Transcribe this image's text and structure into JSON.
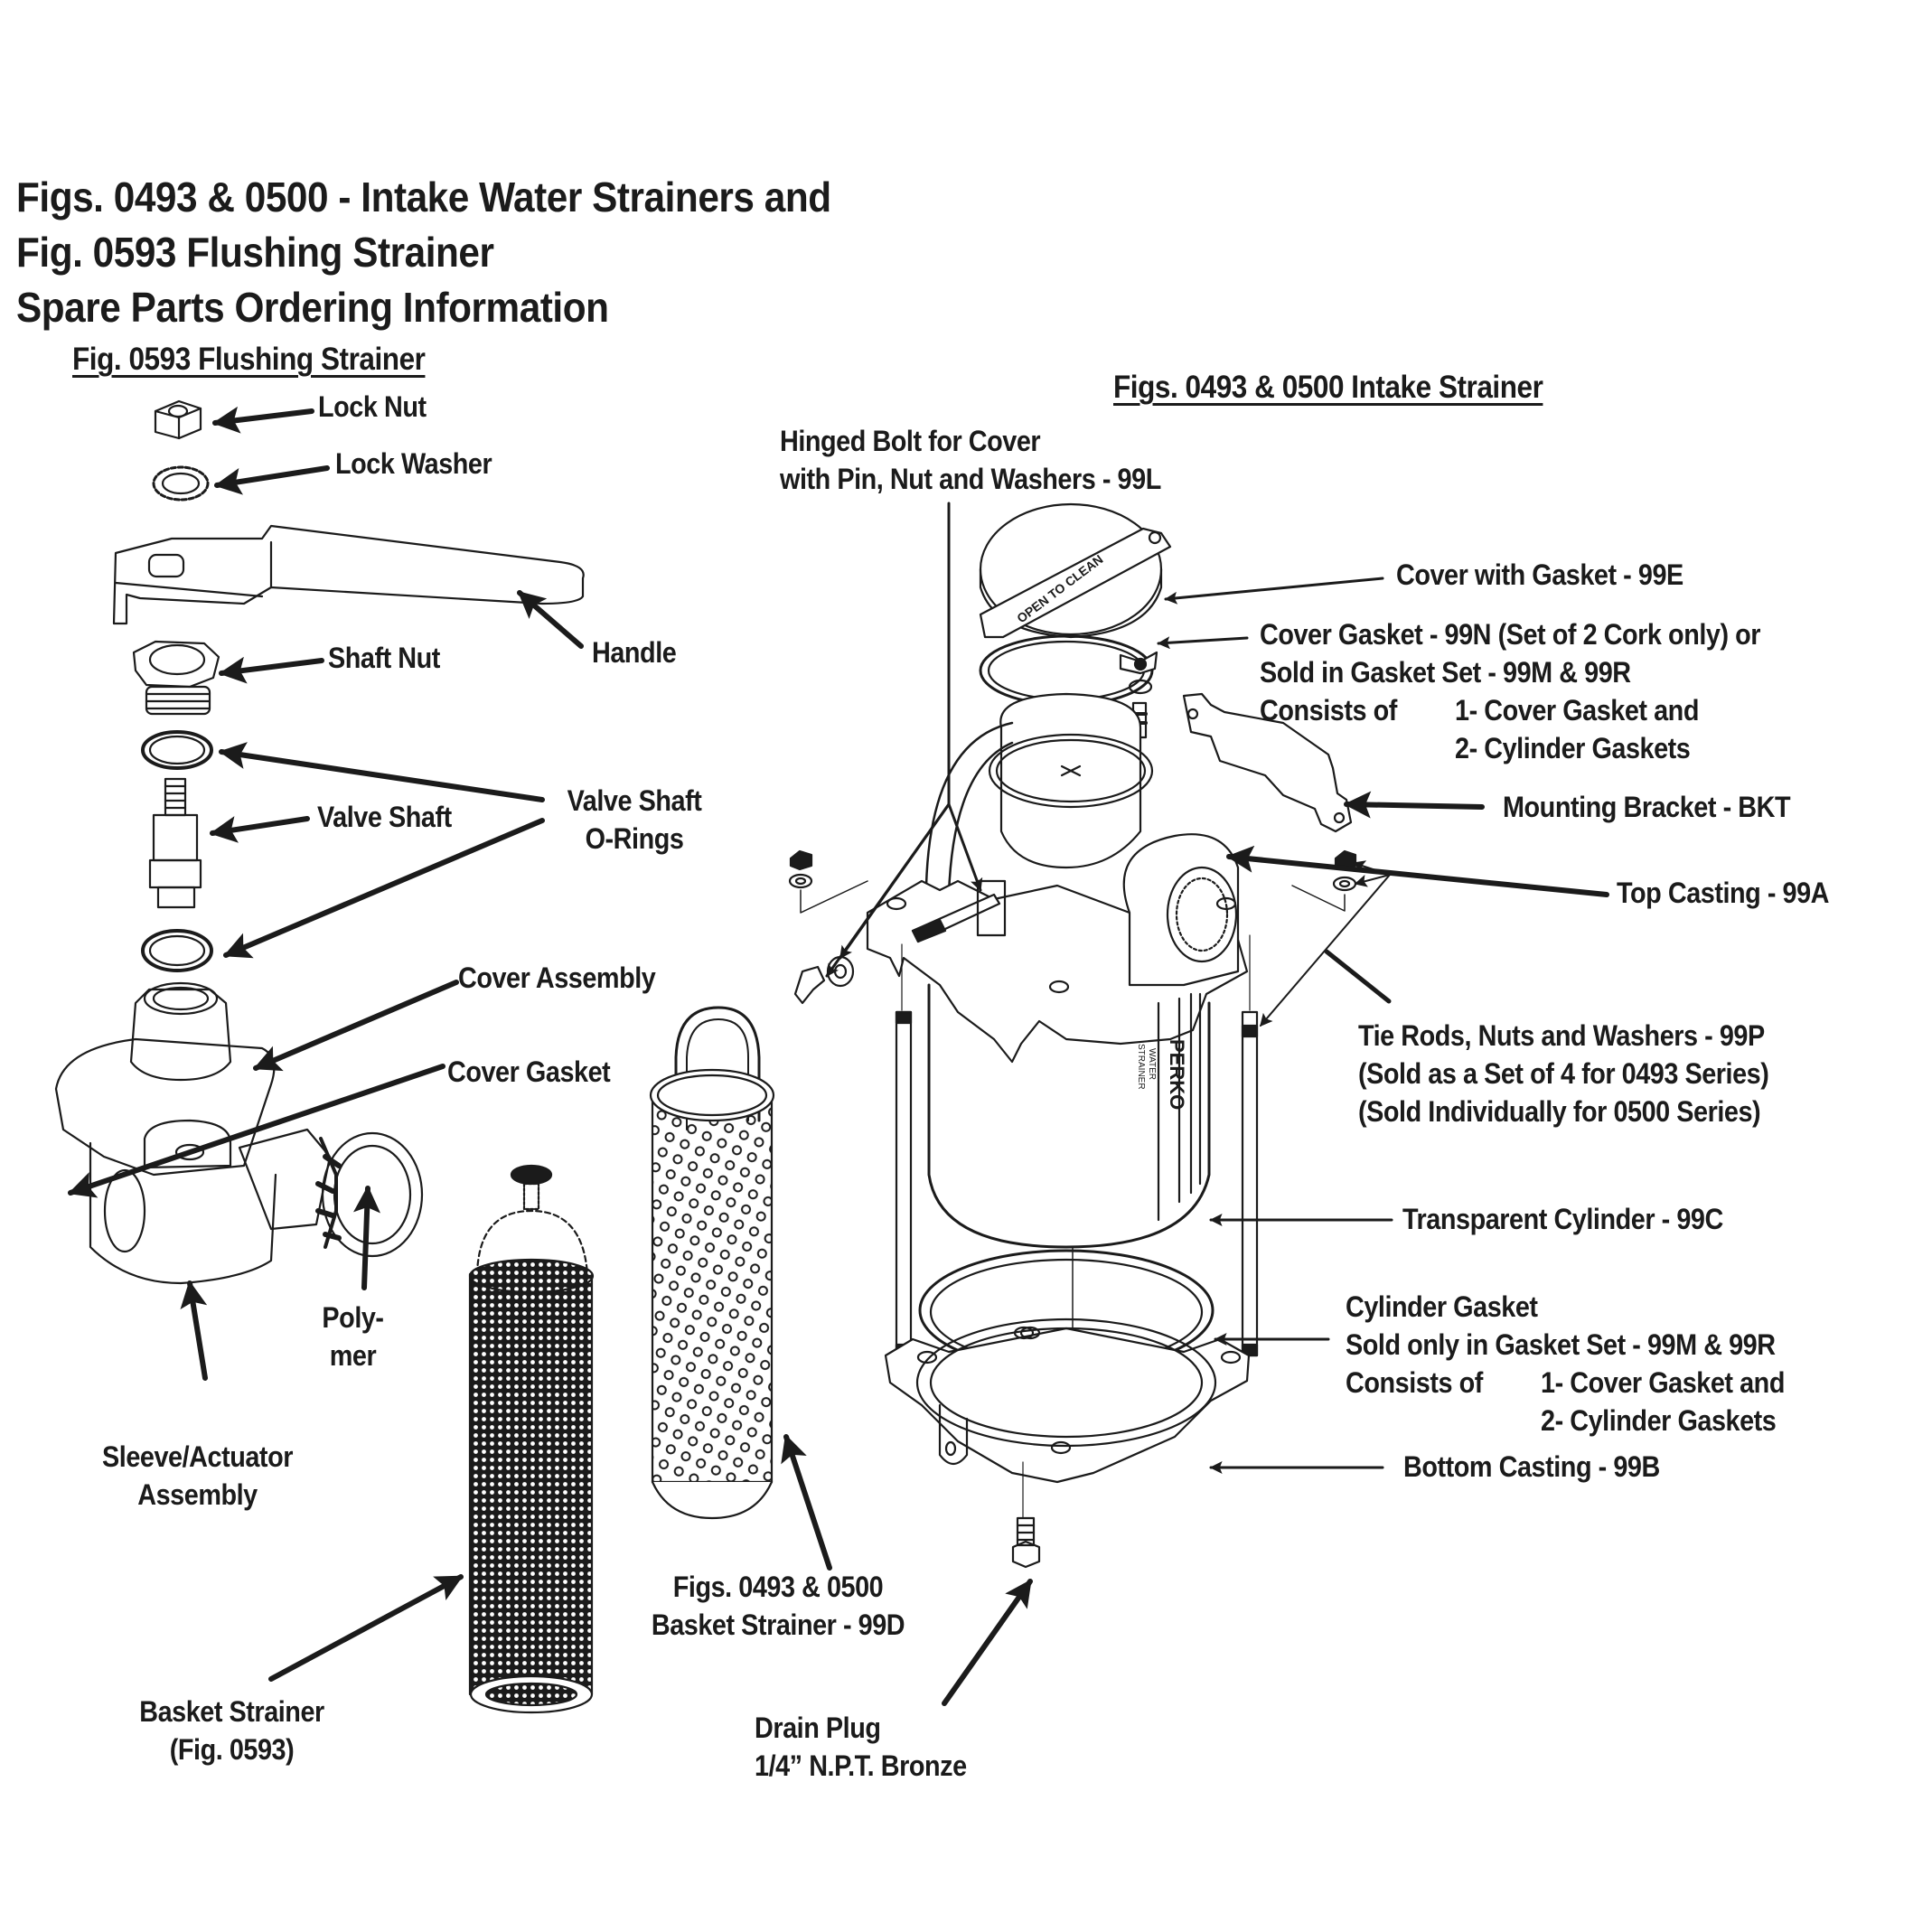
{
  "title": {
    "line1": "Figs. 0493 & 0500 - Intake Water Strainers and",
    "line2": "Fig. 0593 Flushing Strainer",
    "line3": "Spare Parts Ordering Information"
  },
  "sections": {
    "flushing": "Fig. 0593 Flushing Strainer",
    "intake": "Figs. 0493 & 0500 Intake Strainer"
  },
  "flushing_parts": {
    "lock_nut": "Lock Nut",
    "lock_washer": "Lock Washer",
    "handle": "Handle",
    "shaft_nut": "Shaft Nut",
    "valve_shaft": "Valve Shaft",
    "o_rings_1": "Valve Shaft",
    "o_rings_2": "O-Rings",
    "cover_assembly": "Cover Assembly",
    "cover_gasket": "Cover Gasket",
    "polymer_1": "Poly-",
    "polymer_2": "mer",
    "sleeve_1": "Sleeve/Actuator",
    "sleeve_2": "Assembly",
    "basket_1": "Basket Strainer",
    "basket_2": "(Fig. 0593)"
  },
  "intake_parts": {
    "hinged_bolt_1": "Hinged Bolt for Cover",
    "hinged_bolt_2": "with Pin, Nut and Washers - 99L",
    "cover_with_gasket": "Cover with Gasket - 99E",
    "cover_gasket_1": "Cover Gasket - 99N (Set of 2 Cork only) or",
    "cover_gasket_2": "Sold in Gasket Set - 99M & 99R",
    "cover_gasket_3a": "Consists of",
    "cover_gasket_3b": "1- Cover Gasket and",
    "cover_gasket_4": "2- Cylinder Gaskets",
    "mounting_bracket": "Mounting Bracket - BKT",
    "top_casting": "Top Casting - 99A",
    "tie_rods_1": "Tie Rods, Nuts and Washers - 99P",
    "tie_rods_2": "(Sold as a Set of 4 for 0493 Series)",
    "tie_rods_3": "(Sold Individually for 0500 Series)",
    "transparent_cylinder": "Transparent Cylinder - 99C",
    "cyl_gasket_1": "Cylinder Gasket",
    "cyl_gasket_2": "Sold only in Gasket Set - 99M & 99R",
    "cyl_gasket_3a": "Consists of",
    "cyl_gasket_3b": "1- Cover Gasket and",
    "cyl_gasket_4": "2- Cylinder Gaskets",
    "bottom_casting": "Bottom Casting - 99B",
    "basket_99d_1": "Figs. 0493 & 0500",
    "basket_99d_2": "Basket Strainer - 99D",
    "drain_plug_1": "Drain Plug",
    "drain_plug_2": "1/4” N.P.T. Bronze"
  },
  "drawing_text": {
    "cover_stamp": "OPEN TO CLEAN",
    "brand": "PERKO",
    "brand_sub1": "WATER",
    "brand_sub2": "STRAINER"
  },
  "colors": {
    "ink": "#1b1b1b",
    "paper": "#ffffff"
  }
}
